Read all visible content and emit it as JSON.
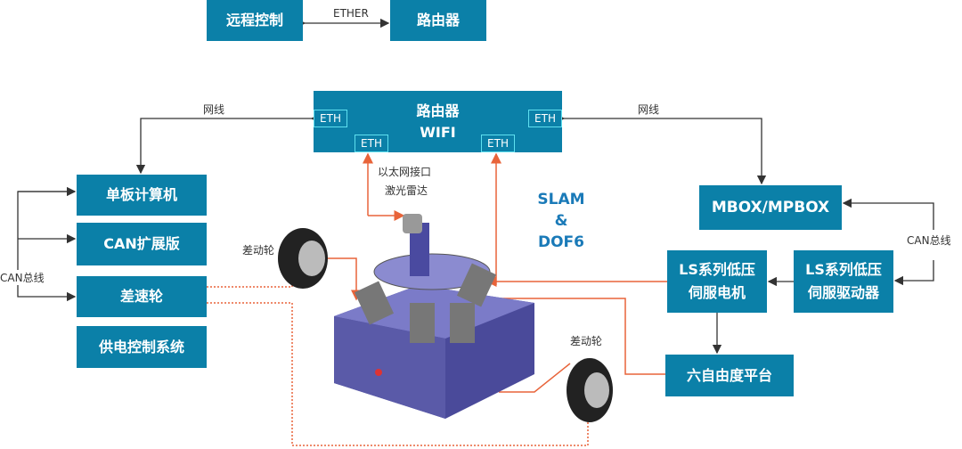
{
  "top": {
    "remote": "远程控制",
    "ether": "ETHER",
    "router": "路由器"
  },
  "router": {
    "title": "路由器",
    "subtitle": "WIFI",
    "ports": [
      "ETH",
      "ETH",
      "ETH",
      "ETH"
    ]
  },
  "labels": {
    "cable_left": "网线",
    "cable_right": "网线",
    "lidar_line1": "以太网接口",
    "lidar_line2": "激光雷达",
    "can_left": "CAN总线",
    "can_right": "CAN总线",
    "wheel_left": "差动轮",
    "wheel_right": "差动轮"
  },
  "left_boxes": [
    "单板计算机",
    "CAN扩展版",
    "差速轮",
    "供电控制系统"
  ],
  "right": {
    "mbox": "MBOX/MPBOX",
    "motor": [
      "LS系列低压",
      "伺服电机"
    ],
    "driver": [
      "LS系列低压",
      "伺服驱动器"
    ],
    "platform": "六自由度平台"
  },
  "slam": [
    "SLAM",
    "&",
    "DOF6"
  ],
  "colors": {
    "box": "#0b80a8",
    "port": "#5fe0f0",
    "orange": "#e8643a",
    "slam": "#1a7ab8",
    "robot": "#5a5aa8"
  }
}
